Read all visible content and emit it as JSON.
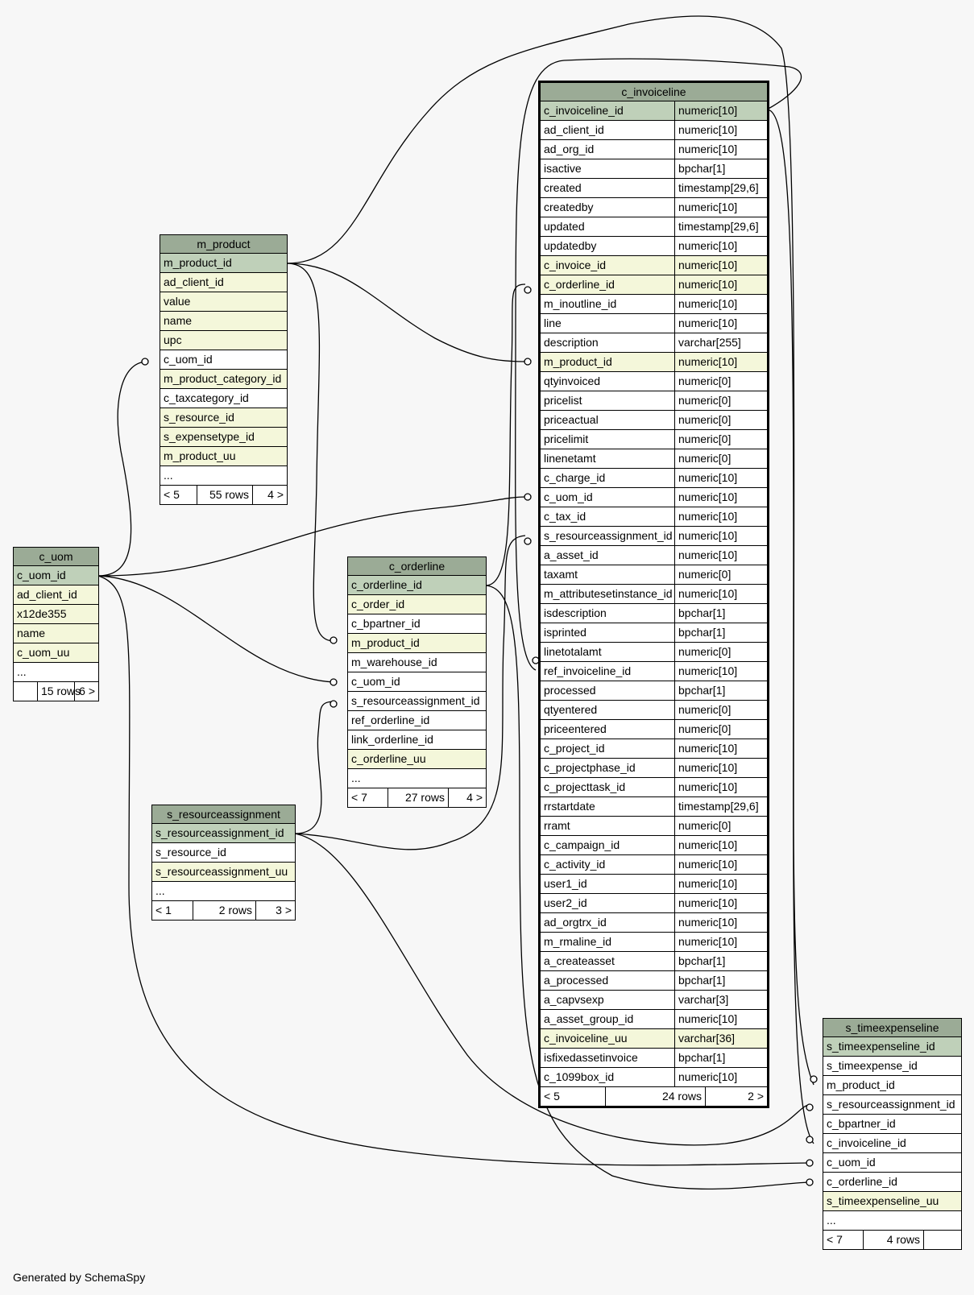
{
  "footer": "Generated by SchemaSpy",
  "tables": {
    "c_uom": {
      "name": "c_uom",
      "rows": [
        {
          "col": "c_uom_id",
          "kind": "pk"
        },
        {
          "col": "ad_client_id",
          "kind": "idx"
        },
        {
          "col": "x12de355",
          "kind": "idx"
        },
        {
          "col": "name",
          "kind": "idx"
        },
        {
          "col": "c_uom_uu",
          "kind": "idx"
        },
        {
          "col": "...",
          "kind": ""
        }
      ],
      "foot": [
        "",
        "15 rows",
        "6 >"
      ]
    },
    "m_product": {
      "name": "m_product",
      "rows": [
        {
          "col": "m_product_id",
          "kind": "pk"
        },
        {
          "col": "ad_client_id",
          "kind": "idx"
        },
        {
          "col": "value",
          "kind": "idx"
        },
        {
          "col": "name",
          "kind": "idx"
        },
        {
          "col": "upc",
          "kind": "idx"
        },
        {
          "col": "c_uom_id",
          "kind": ""
        },
        {
          "col": "m_product_category_id",
          "kind": "idx"
        },
        {
          "col": "c_taxcategory_id",
          "kind": ""
        },
        {
          "col": "s_resource_id",
          "kind": "idx"
        },
        {
          "col": "s_expensetype_id",
          "kind": "idx"
        },
        {
          "col": "m_product_uu",
          "kind": "idx"
        },
        {
          "col": "...",
          "kind": ""
        }
      ],
      "foot": [
        "< 5",
        "55 rows",
        "4 >"
      ]
    },
    "c_orderline": {
      "name": "c_orderline",
      "rows": [
        {
          "col": "c_orderline_id",
          "kind": "pk"
        },
        {
          "col": "c_order_id",
          "kind": "idx"
        },
        {
          "col": "c_bpartner_id",
          "kind": ""
        },
        {
          "col": "m_product_id",
          "kind": "idx"
        },
        {
          "col": "m_warehouse_id",
          "kind": ""
        },
        {
          "col": "c_uom_id",
          "kind": ""
        },
        {
          "col": "s_resourceassignment_id",
          "kind": ""
        },
        {
          "col": "ref_orderline_id",
          "kind": ""
        },
        {
          "col": "link_orderline_id",
          "kind": ""
        },
        {
          "col": "c_orderline_uu",
          "kind": "idx"
        },
        {
          "col": "...",
          "kind": ""
        }
      ],
      "foot": [
        "< 7",
        "27 rows",
        "4 >"
      ]
    },
    "s_resourceassignment": {
      "name": "s_resourceassignment",
      "rows": [
        {
          "col": "s_resourceassignment_id",
          "kind": "pk"
        },
        {
          "col": "s_resource_id",
          "kind": ""
        },
        {
          "col": "s_resourceassignment_uu",
          "kind": "idx"
        },
        {
          "col": "...",
          "kind": ""
        }
      ],
      "foot": [
        "< 1",
        "2 rows",
        "3 >"
      ]
    },
    "c_invoiceline": {
      "name": "c_invoiceline",
      "rows": [
        {
          "col": "c_invoiceline_id",
          "type": "numeric[10]",
          "kind": "pk"
        },
        {
          "col": "ad_client_id",
          "type": "numeric[10]",
          "kind": ""
        },
        {
          "col": "ad_org_id",
          "type": "numeric[10]",
          "kind": ""
        },
        {
          "col": "isactive",
          "type": "bpchar[1]",
          "kind": ""
        },
        {
          "col": "created",
          "type": "timestamp[29,6]",
          "kind": ""
        },
        {
          "col": "createdby",
          "type": "numeric[10]",
          "kind": ""
        },
        {
          "col": "updated",
          "type": "timestamp[29,6]",
          "kind": ""
        },
        {
          "col": "updatedby",
          "type": "numeric[10]",
          "kind": ""
        },
        {
          "col": "c_invoice_id",
          "type": "numeric[10]",
          "kind": "idx"
        },
        {
          "col": "c_orderline_id",
          "type": "numeric[10]",
          "kind": "idx"
        },
        {
          "col": "m_inoutline_id",
          "type": "numeric[10]",
          "kind": ""
        },
        {
          "col": "line",
          "type": "numeric[10]",
          "kind": ""
        },
        {
          "col": "description",
          "type": "varchar[255]",
          "kind": ""
        },
        {
          "col": "m_product_id",
          "type": "numeric[10]",
          "kind": "idx"
        },
        {
          "col": "qtyinvoiced",
          "type": "numeric[0]",
          "kind": ""
        },
        {
          "col": "pricelist",
          "type": "numeric[0]",
          "kind": ""
        },
        {
          "col": "priceactual",
          "type": "numeric[0]",
          "kind": ""
        },
        {
          "col": "pricelimit",
          "type": "numeric[0]",
          "kind": ""
        },
        {
          "col": "linenetamt",
          "type": "numeric[0]",
          "kind": ""
        },
        {
          "col": "c_charge_id",
          "type": "numeric[10]",
          "kind": ""
        },
        {
          "col": "c_uom_id",
          "type": "numeric[10]",
          "kind": ""
        },
        {
          "col": "c_tax_id",
          "type": "numeric[10]",
          "kind": ""
        },
        {
          "col": "s_resourceassignment_id",
          "type": "numeric[10]",
          "kind": ""
        },
        {
          "col": "a_asset_id",
          "type": "numeric[10]",
          "kind": ""
        },
        {
          "col": "taxamt",
          "type": "numeric[0]",
          "kind": ""
        },
        {
          "col": "m_attributesetinstance_id",
          "type": "numeric[10]",
          "kind": ""
        },
        {
          "col": "isdescription",
          "type": "bpchar[1]",
          "kind": ""
        },
        {
          "col": "isprinted",
          "type": "bpchar[1]",
          "kind": ""
        },
        {
          "col": "linetotalamt",
          "type": "numeric[0]",
          "kind": ""
        },
        {
          "col": "ref_invoiceline_id",
          "type": "numeric[10]",
          "kind": ""
        },
        {
          "col": "processed",
          "type": "bpchar[1]",
          "kind": ""
        },
        {
          "col": "qtyentered",
          "type": "numeric[0]",
          "kind": ""
        },
        {
          "col": "priceentered",
          "type": "numeric[0]",
          "kind": ""
        },
        {
          "col": "c_project_id",
          "type": "numeric[10]",
          "kind": ""
        },
        {
          "col": "c_projectphase_id",
          "type": "numeric[10]",
          "kind": ""
        },
        {
          "col": "c_projecttask_id",
          "type": "numeric[10]",
          "kind": ""
        },
        {
          "col": "rrstartdate",
          "type": "timestamp[29,6]",
          "kind": ""
        },
        {
          "col": "rramt",
          "type": "numeric[0]",
          "kind": ""
        },
        {
          "col": "c_campaign_id",
          "type": "numeric[10]",
          "kind": ""
        },
        {
          "col": "c_activity_id",
          "type": "numeric[10]",
          "kind": ""
        },
        {
          "col": "user1_id",
          "type": "numeric[10]",
          "kind": ""
        },
        {
          "col": "user2_id",
          "type": "numeric[10]",
          "kind": ""
        },
        {
          "col": "ad_orgtrx_id",
          "type": "numeric[10]",
          "kind": ""
        },
        {
          "col": "m_rmaline_id",
          "type": "numeric[10]",
          "kind": ""
        },
        {
          "col": "a_createasset",
          "type": "bpchar[1]",
          "kind": ""
        },
        {
          "col": "a_processed",
          "type": "bpchar[1]",
          "kind": ""
        },
        {
          "col": "a_capvsexp",
          "type": "varchar[3]",
          "kind": ""
        },
        {
          "col": "a_asset_group_id",
          "type": "numeric[10]",
          "kind": ""
        },
        {
          "col": "c_invoiceline_uu",
          "type": "varchar[36]",
          "kind": "idx"
        },
        {
          "col": "isfixedassetinvoice",
          "type": "bpchar[1]",
          "kind": ""
        },
        {
          "col": "c_1099box_id",
          "type": "numeric[10]",
          "kind": ""
        }
      ],
      "foot": [
        "< 5",
        "24 rows",
        "2 >"
      ]
    },
    "s_timeexpenseline": {
      "name": "s_timeexpenseline",
      "rows": [
        {
          "col": "s_timeexpenseline_id",
          "kind": "pk"
        },
        {
          "col": "s_timeexpense_id",
          "kind": ""
        },
        {
          "col": "m_product_id",
          "kind": ""
        },
        {
          "col": "s_resourceassignment_id",
          "kind": ""
        },
        {
          "col": "c_bpartner_id",
          "kind": ""
        },
        {
          "col": "c_invoiceline_id",
          "kind": ""
        },
        {
          "col": "c_uom_id",
          "kind": ""
        },
        {
          "col": "c_orderline_id",
          "kind": ""
        },
        {
          "col": "s_timeexpenseline_uu",
          "kind": "idx"
        },
        {
          "col": "...",
          "kind": ""
        }
      ],
      "foot": [
        "< 7",
        "4 rows",
        ""
      ]
    }
  }
}
